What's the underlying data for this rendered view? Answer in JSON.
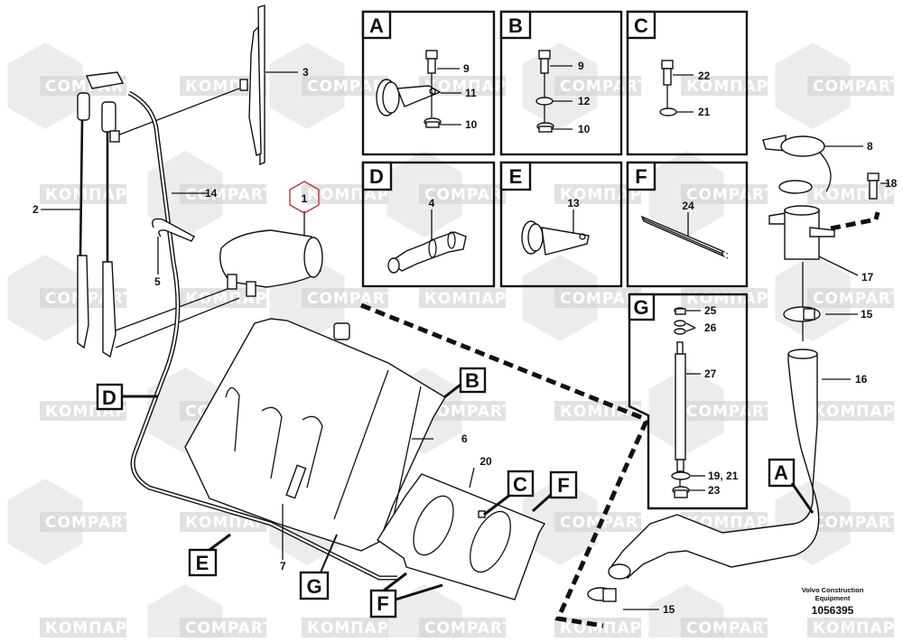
{
  "diagram": {
    "title": "Windshield washer / wiper assembly",
    "publisher_line1": "Volvo Construction",
    "publisher_line2": "Equipment",
    "drawing_number": "1056395",
    "watermark_texts": [
      "COMPART",
      "КОМПАРТ"
    ],
    "colors": {
      "outline": "#111111",
      "highlight_hex": "#c0282d",
      "watermark": "#d6d6d6"
    }
  },
  "detail_panels": [
    {
      "letter": "A",
      "parts": [
        "9",
        "11",
        "10"
      ]
    },
    {
      "letter": "B",
      "parts": [
        "9",
        "12",
        "10"
      ]
    },
    {
      "letter": "C",
      "parts": [
        "22",
        "21"
      ]
    },
    {
      "letter": "D",
      "parts": [
        "4"
      ]
    },
    {
      "letter": "E",
      "parts": [
        "13"
      ]
    },
    {
      "letter": "F",
      "parts": [
        "24"
      ]
    },
    {
      "letter": "G",
      "parts": [
        "25",
        "26",
        "27",
        "19, 21",
        "23"
      ]
    }
  ],
  "callouts": {
    "p1": "1",
    "p2": "2",
    "p3": "3",
    "p5": "5",
    "p6": "6",
    "p7": "7",
    "p8": "8",
    "p14": "14",
    "p15a": "15",
    "p15b": "15",
    "p16": "16",
    "p17": "17",
    "p18": "18",
    "p20": "20"
  },
  "reference_labels": {
    "D": "D",
    "B": "B",
    "E": "E",
    "G": "G",
    "C": "C",
    "F1": "F",
    "F2": "F",
    "A": "A"
  }
}
